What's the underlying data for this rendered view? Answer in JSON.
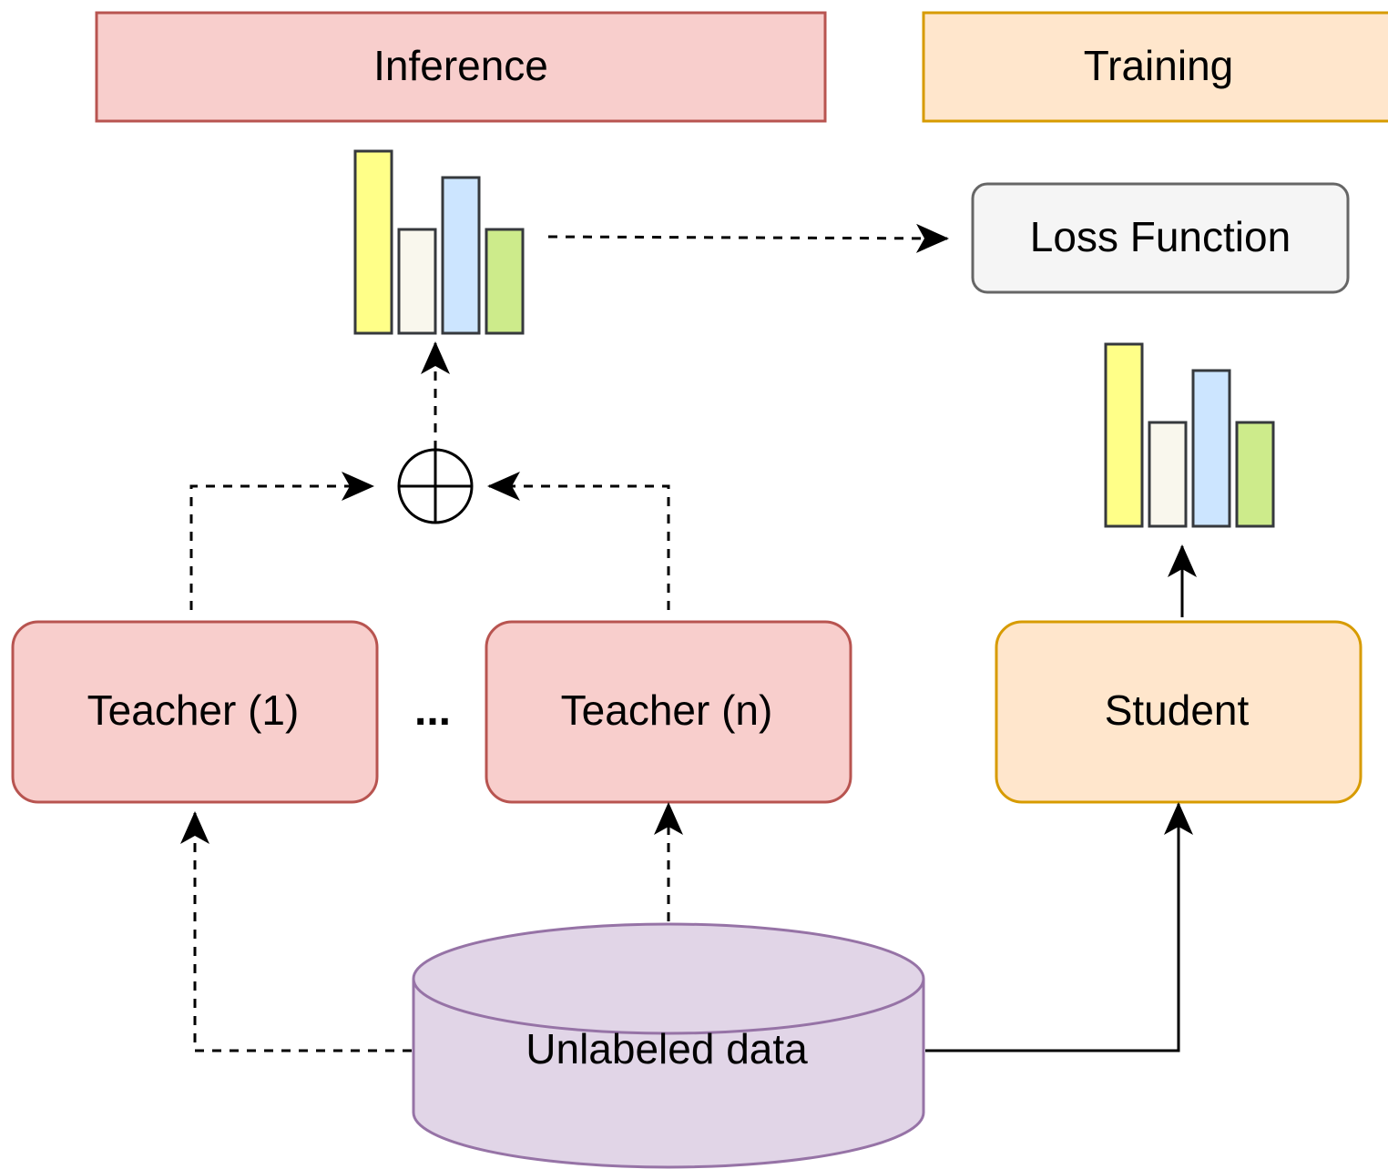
{
  "headers": {
    "inference": "Inference",
    "training": "Training"
  },
  "nodes": {
    "loss_function": "Loss Function",
    "teacher_1": "Teacher (1)",
    "teacher_n": "Teacher (n)",
    "ellipsis": "...",
    "student": "Student",
    "unlabeled_data": "Unlabeled data"
  },
  "icons": {
    "aggregate": "circle-plus-icon",
    "distribution": "bar-chart-icon"
  },
  "colors": {
    "inference_fill": "#f8cecc",
    "inference_stroke": "#b85450",
    "training_fill": "#ffe6cc",
    "training_stroke": "#d79b00",
    "loss_fill": "#f5f5f5",
    "loss_stroke": "#666666",
    "data_fill": "#e1d5e7",
    "data_stroke": "#9673a6",
    "bar_yellow": "#ffff88",
    "bar_cream": "#f9f7ed",
    "bar_blue": "#cce5ff",
    "bar_green": "#cdeb8b"
  }
}
